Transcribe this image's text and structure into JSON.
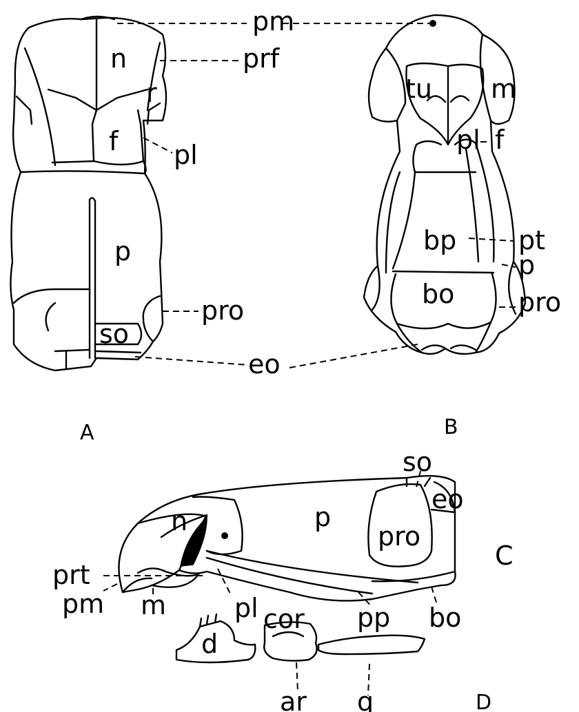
{
  "figure": {
    "panels": {
      "A": "A",
      "B": "B",
      "C": "C",
      "D": "D"
    },
    "labels_a": {
      "pm": "pm",
      "n": "n",
      "prf": "prf",
      "r": "r",
      "f": "f",
      "pl": "pl",
      "p": "p",
      "pro": "pro",
      "so": "so",
      "eo": "eo"
    },
    "labels_b": {
      "tu": "tu",
      "m": "m",
      "pl": "pl",
      "f": "f",
      "bp": "bp",
      "pt": "pt",
      "p": "p",
      "bo": "bo",
      "pro": "pro"
    },
    "labels_c": {
      "so": "so",
      "eo": "eo",
      "n": "n",
      "p": "p",
      "prt": "prt",
      "pro": "pro",
      "pm": "pm",
      "m": "m",
      "pl": "pl",
      "cor": "cor",
      "pp": "pp",
      "bo": "bo"
    },
    "labels_d": {
      "d": "d",
      "ar": "ar",
      "q": "q"
    }
  }
}
